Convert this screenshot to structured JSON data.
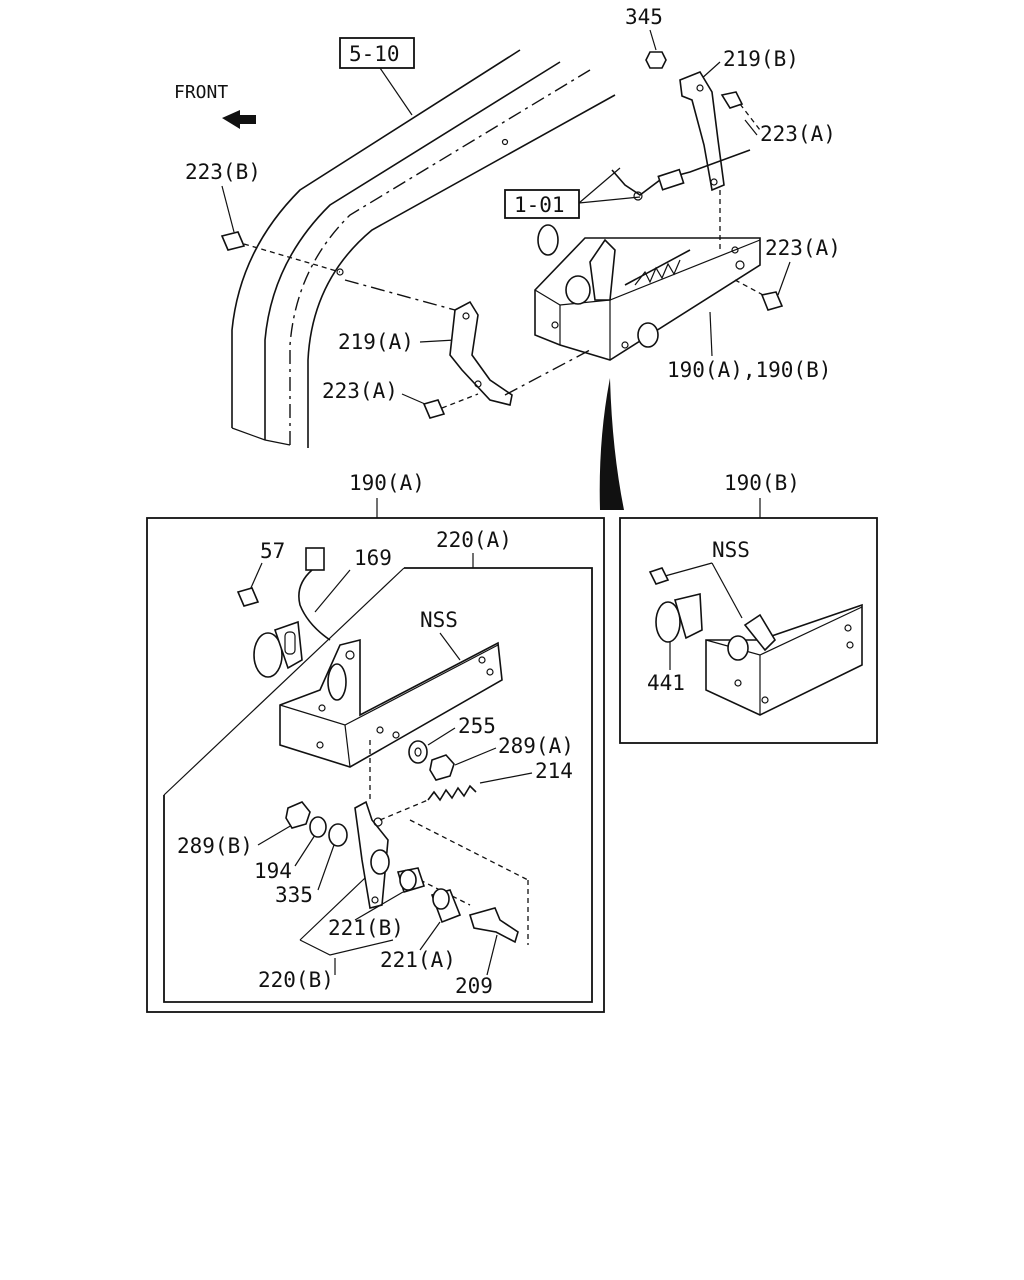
{
  "diagram": {
    "front_label": "FRONT",
    "ref_5_10": "5-10",
    "ref_1_01": "1-01",
    "labels": {
      "p345": "345",
      "p219b": "219(B)",
      "p223a_1": "223(A)",
      "p223b": "223(B)",
      "p223a_2": "223(A)",
      "p219a": "219(A)",
      "p223a_3": "223(A)",
      "p190ab": "190(A),190(B)",
      "p190a": "190(A)",
      "p190b": "190(B)",
      "p57": "57",
      "p169": "169",
      "p220a": "220(A)",
      "nss_a": "NSS",
      "p255": "255",
      "p289a": "289(A)",
      "p214": "214",
      "p289b": "289(B)",
      "p194": "194",
      "p335": "335",
      "p221b": "221(B)",
      "p220b": "220(B)",
      "p221a": "221(A)",
      "p209": "209",
      "nss_b": "NSS",
      "p441": "441"
    }
  }
}
